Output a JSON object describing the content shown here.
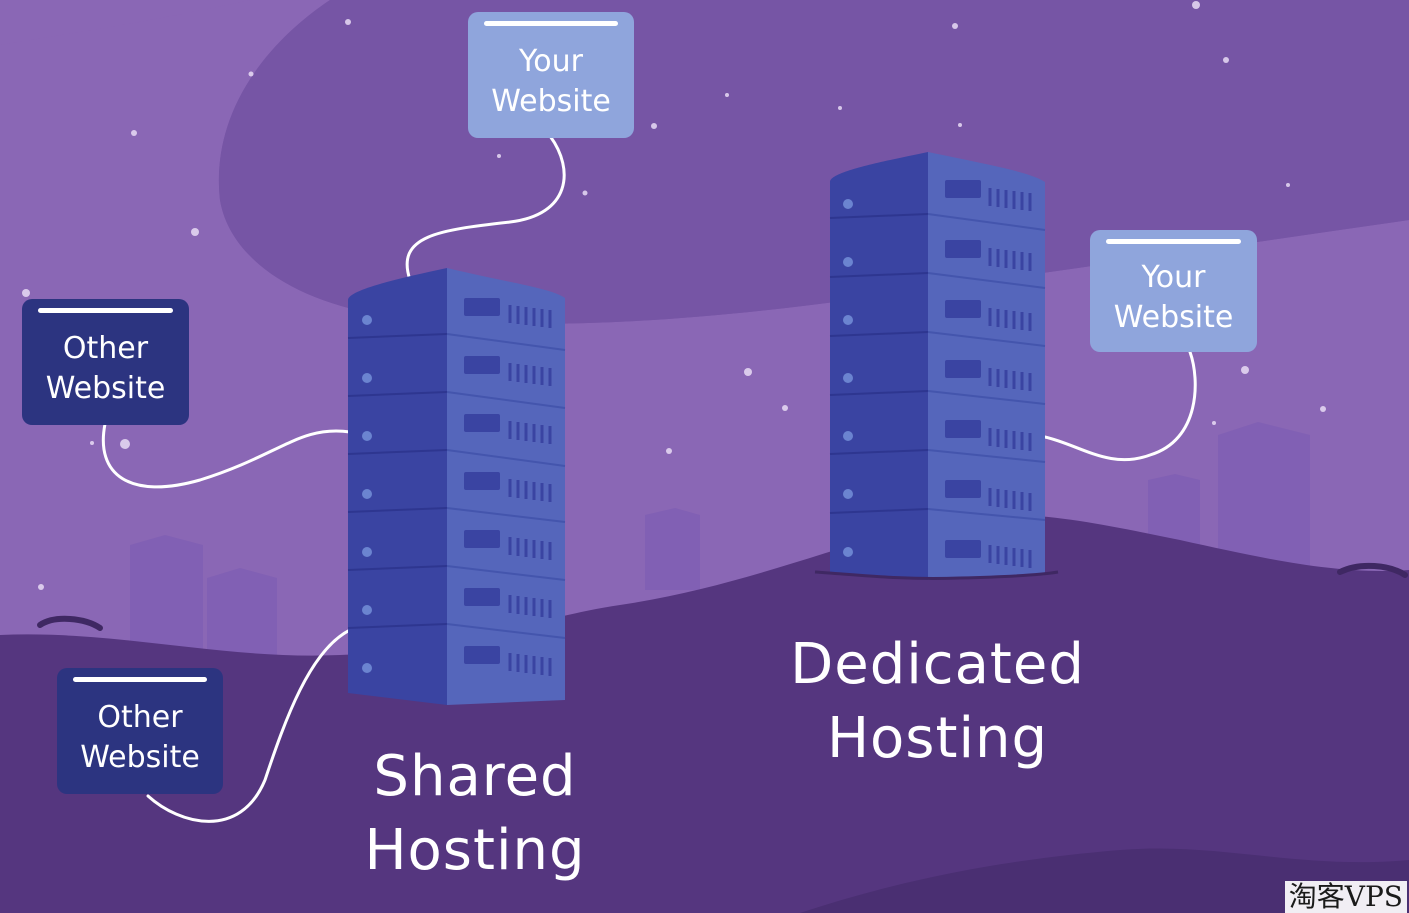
{
  "colors": {
    "sky": "#7a57a6",
    "sky_light": "#8a67b5",
    "cloud": "#6f4f9e",
    "hill": "#55367f",
    "hill_dark": "#4a2f72",
    "server_left": "#3a44a2",
    "server_right": "#5566bb",
    "card_light": "#8fa5dc",
    "card_dark": "#2c3480",
    "cable": "#ffffff"
  },
  "shared": {
    "title_line1": "Shared",
    "title_line2": "Hosting",
    "your_site": {
      "line1": "Your",
      "line2": "Website"
    },
    "other_site_top": {
      "line1": "Other",
      "line2": "Website"
    },
    "other_site_bottom": {
      "line1": "Other",
      "line2": "Website"
    }
  },
  "dedicated": {
    "title_line1": "Dedicated",
    "title_line2": "Hosting",
    "your_site": {
      "line1": "Your",
      "line2": "Website"
    }
  },
  "watermark": "淘客VPS",
  "icons": [
    "server-rack-icon",
    "server-rack-icon",
    "star-icon",
    "city-building-icon"
  ]
}
